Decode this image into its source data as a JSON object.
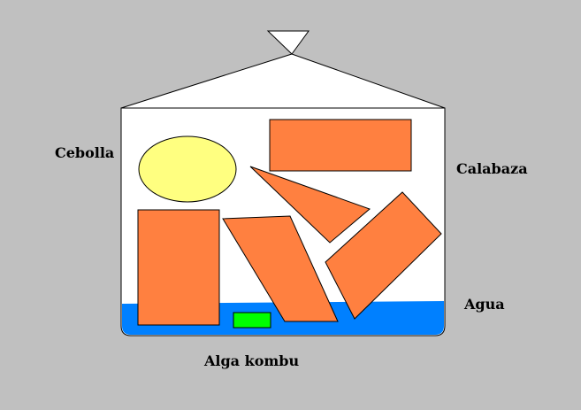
{
  "labels": {
    "onion": "Cebolla",
    "pumpkin": "Calabaza",
    "water": "Agua",
    "kombu": "Alga kombu"
  },
  "colors": {
    "background": "#c0c0c0",
    "pot": "#ffffff",
    "water": "#0080ff",
    "onion": "#ffff80",
    "pumpkin": "#ff8040",
    "kombu": "#00ff00",
    "outline": "#000000"
  }
}
